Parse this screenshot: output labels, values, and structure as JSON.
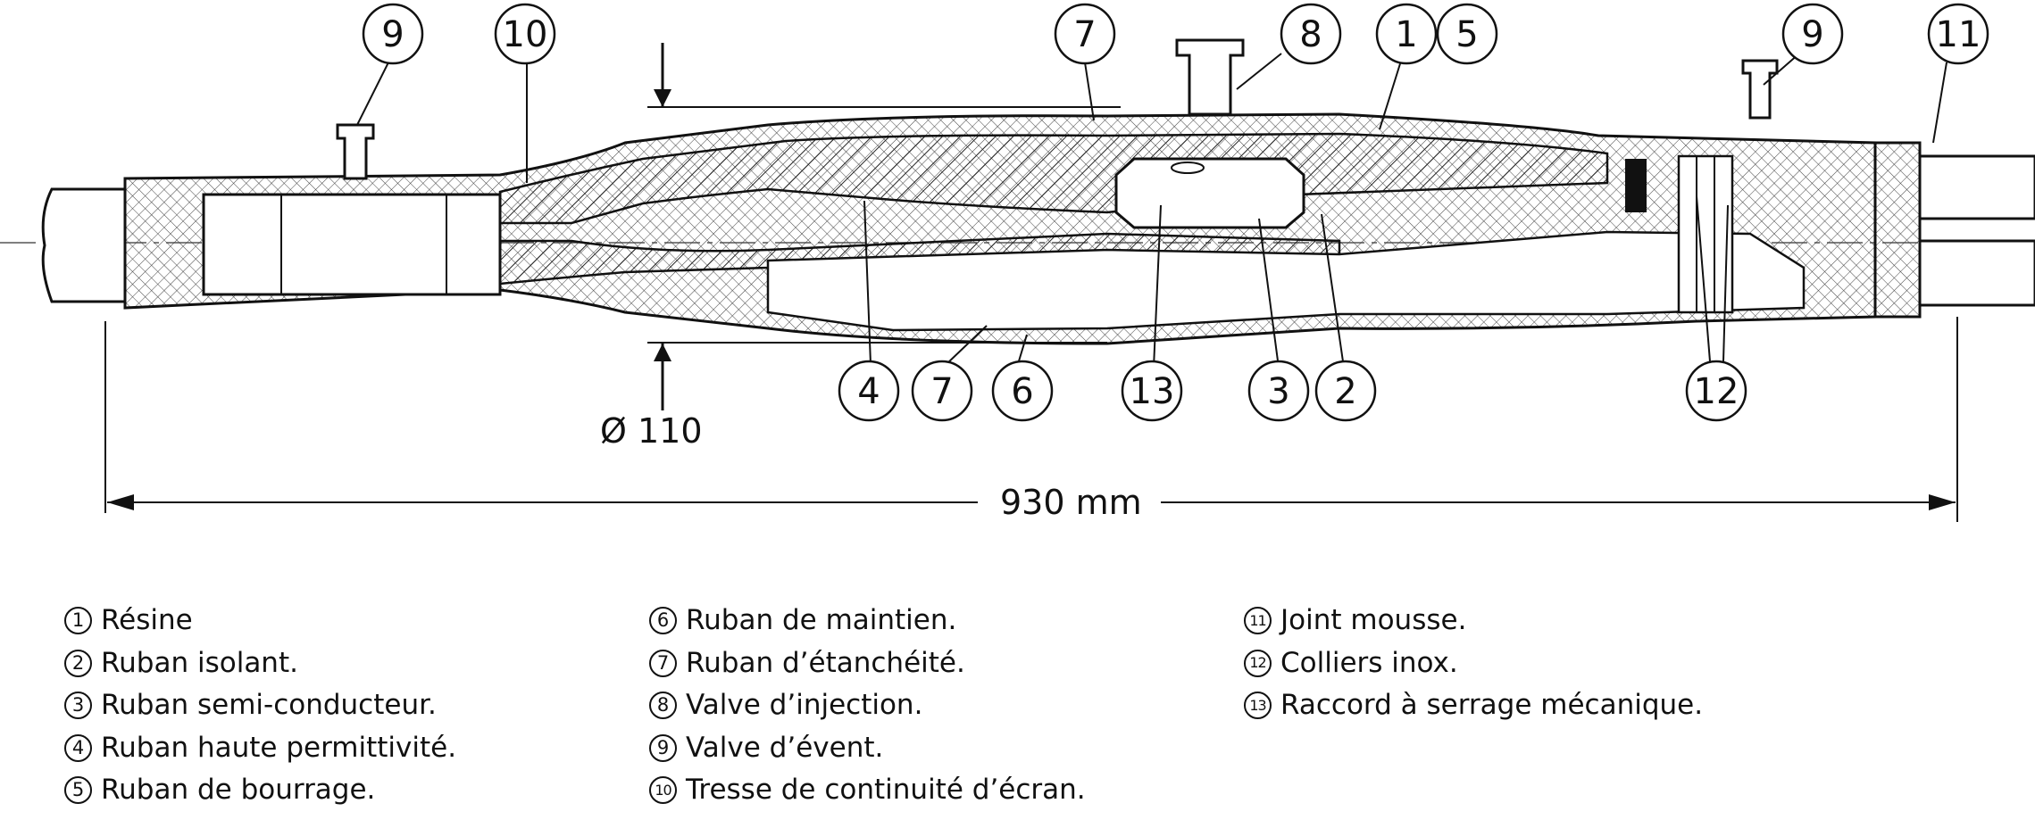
{
  "callouts": {
    "c9_left": "9",
    "c10": "10",
    "c7_top": "7",
    "c8": "8",
    "c1": "1",
    "c5": "5",
    "c9_right": "9",
    "c11": "11",
    "c4": "4",
    "c7_bottom": "7",
    "c6": "6",
    "c13": "13",
    "c3": "3",
    "c2": "2",
    "c12": "12"
  },
  "dimensions": {
    "diameter": "Ø 110",
    "length": "930 mm"
  },
  "legend": {
    "col1": [
      {
        "num": "1",
        "label": "Résine"
      },
      {
        "num": "2",
        "label": "Ruban isolant."
      },
      {
        "num": "3",
        "label": "Ruban semi-conducteur."
      },
      {
        "num": "4",
        "label": "Ruban haute permittivité."
      },
      {
        "num": "5",
        "label": "Ruban de bourrage."
      }
    ],
    "col2": [
      {
        "num": "6",
        "label": "Ruban de maintien."
      },
      {
        "num": "7",
        "label": "Ruban d’étanchéité."
      },
      {
        "num": "8",
        "label": "Valve d’injection."
      },
      {
        "num": "9",
        "label": "Valve d’évent."
      },
      {
        "num": "10",
        "label": "Tresse de continuité d’écran."
      }
    ],
    "col3": [
      {
        "num": "11",
        "label": "Joint mousse."
      },
      {
        "num": "12",
        "label": "Colliers inox."
      },
      {
        "num": "13",
        "label": "Raccord à serrage mécanique."
      }
    ]
  }
}
